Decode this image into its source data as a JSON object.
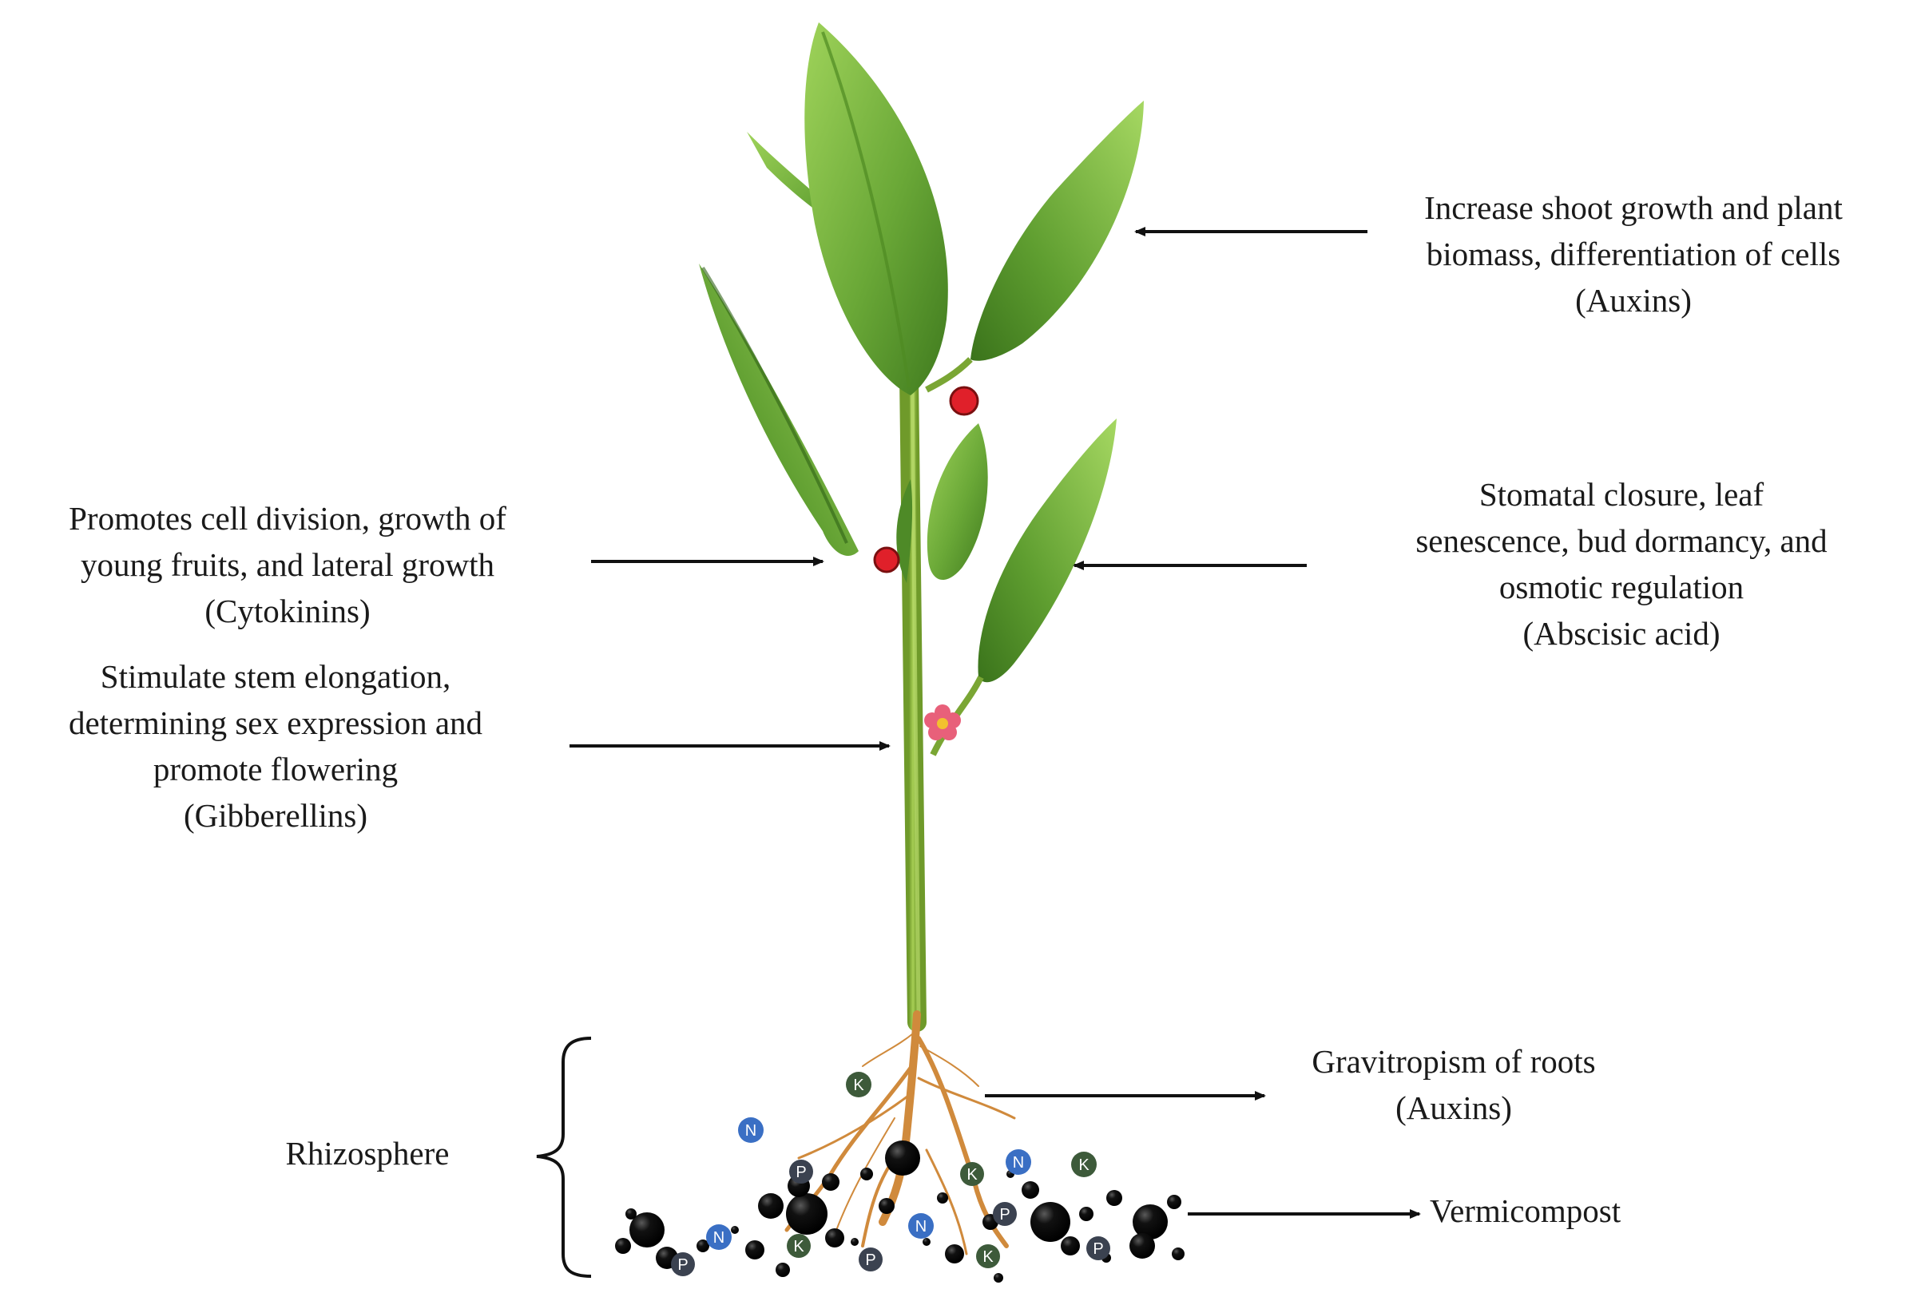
{
  "annotations": {
    "auxins_shoot": {
      "lines": [
        "Increase shoot growth and plant",
        "biomass, differentiation of cells",
        "(Auxins)"
      ]
    },
    "cytokinins": {
      "lines": [
        "Promotes cell division, growth of",
        "young fruits, and lateral growth",
        "(Cytokinins)"
      ]
    },
    "abscisic_acid": {
      "lines": [
        "Stomatal closure, leaf",
        "senescence, bud dormancy, and",
        "osmotic regulation",
        "(Abscisic acid)"
      ]
    },
    "gibberellins": {
      "lines": [
        "Stimulate stem elongation,",
        "determining sex expression and",
        "promote flowering",
        "(Gibberellins)"
      ]
    },
    "auxins_root": {
      "lines": [
        "Gravitropism of roots",
        "(Auxins)"
      ]
    },
    "vermicompost": {
      "label": "Vermicompost"
    },
    "rhizosphere": {
      "label": "Rhizosphere"
    }
  },
  "nutrients": {
    "n": "N",
    "p": "P",
    "k": "K"
  },
  "colors": {
    "leaf": "#6fae3a",
    "leaf_dark": "#3f7a1e",
    "stem": "#8ab53a",
    "root": "#d08a3c",
    "bud": "#e0202a",
    "nitrogen": "#3a6fc4",
    "phosphorus": "#3b4250",
    "potassium": "#3d5a3a",
    "soil_particle": "#0a0a0a"
  },
  "icons": [
    "leaf-icon",
    "bud-icon",
    "flower-icon",
    "root-icon",
    "soil-particle-icon",
    "arrow-icon",
    "brace-icon"
  ]
}
